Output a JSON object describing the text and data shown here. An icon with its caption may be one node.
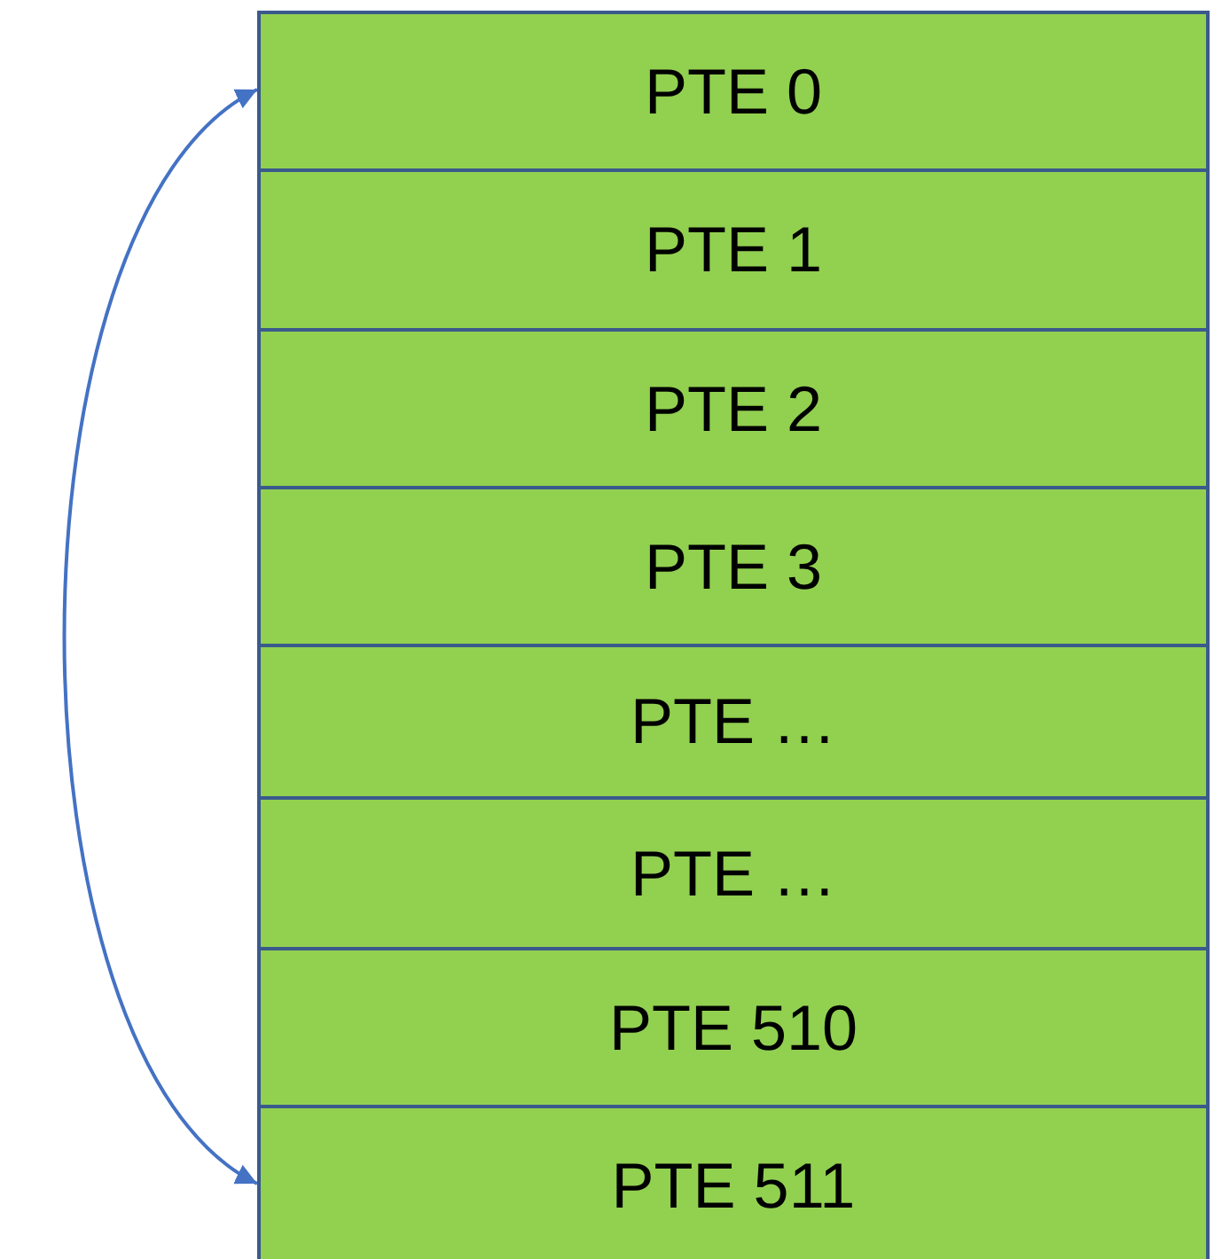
{
  "diagram": {
    "nodes": [
      {
        "text": [
          "PTE 0"
        ]
      },
      {
        "text": [
          "PTE 1"
        ]
      },
      {
        "text": [
          "PTE 2"
        ]
      },
      {
        "text": [
          "PTE 3"
        ]
      },
      {
        "text": [
          "PTE …"
        ]
      },
      {
        "text": [
          "PTE …"
        ]
      },
      {
        "text": [
          "PTE 510"
        ]
      },
      {
        "text": [
          "PTE 511"
        ]
      }
    ],
    "edges": [
      {
        "from": 0,
        "to": 7,
        "arrow": "both"
      }
    ]
  }
}
